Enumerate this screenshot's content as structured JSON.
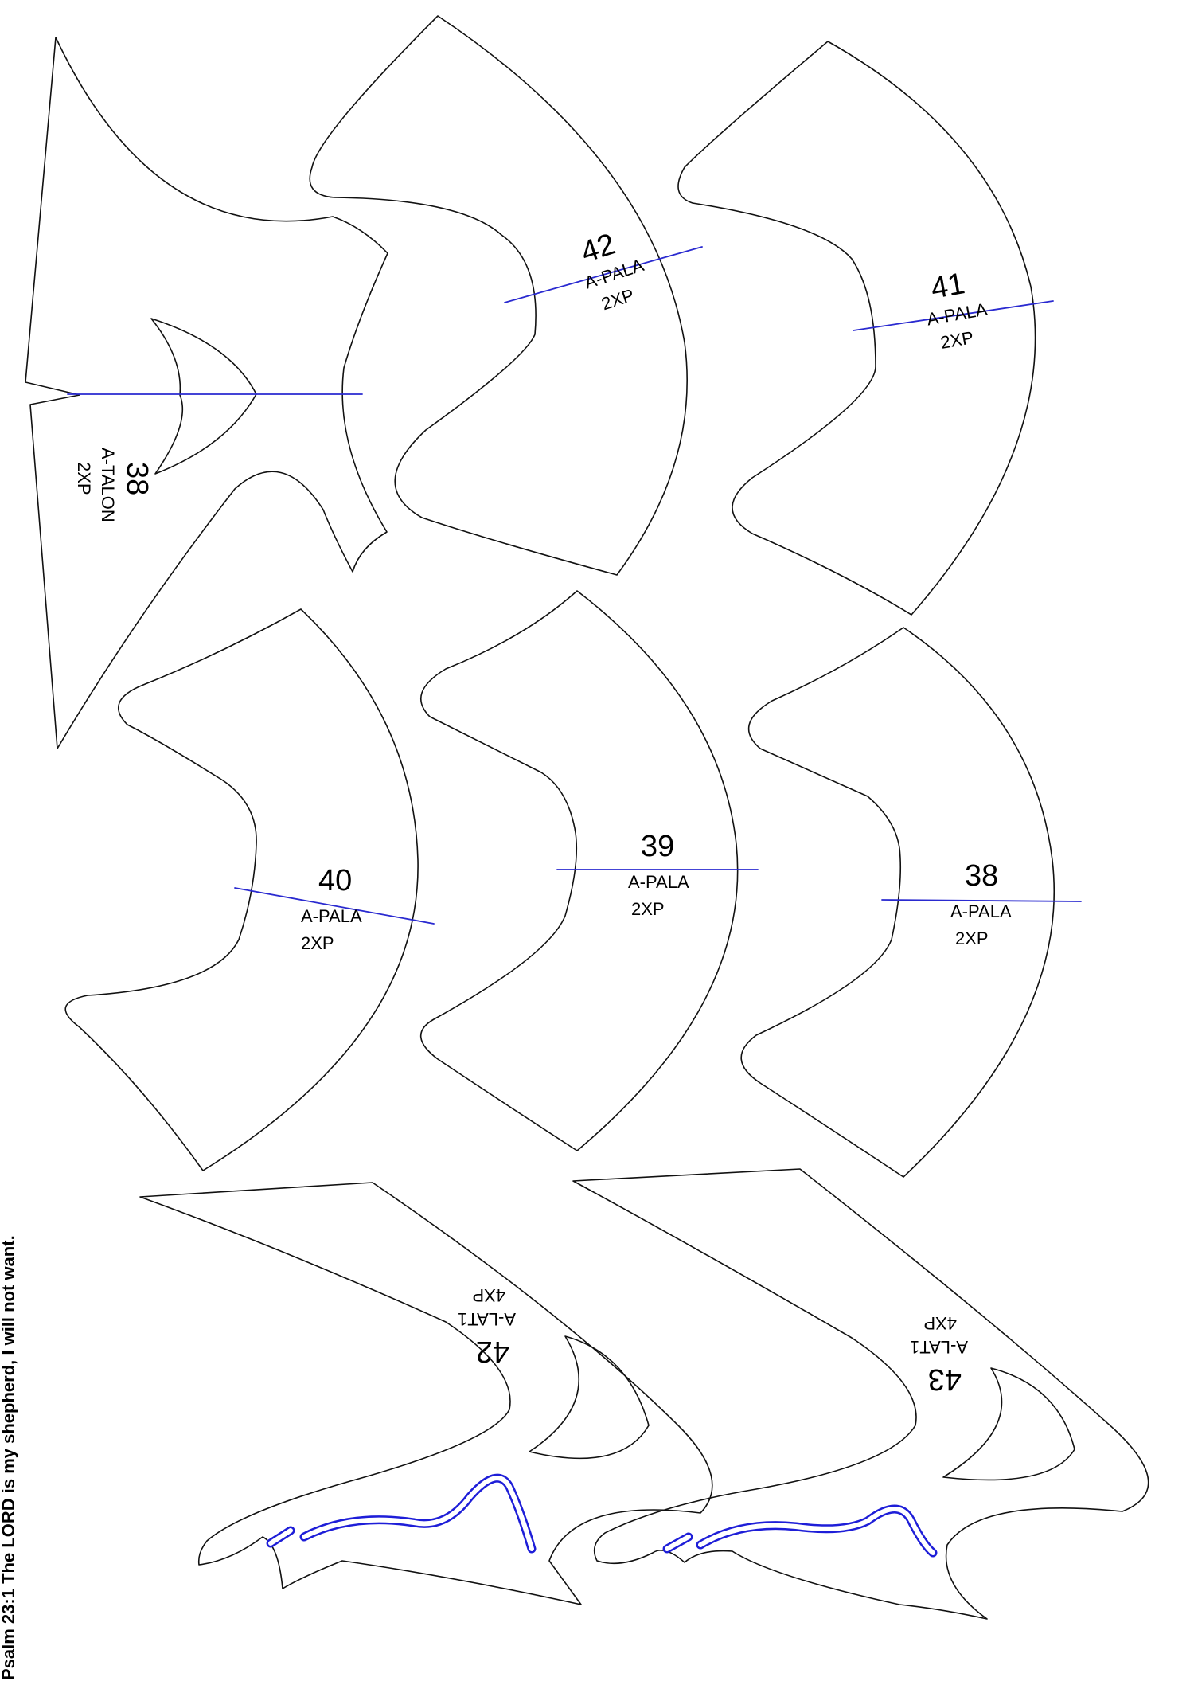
{
  "footer": {
    "verse": "Psalm 23:1 The LORD is my shepherd, I will not want."
  },
  "colors": {
    "outline": "#111111",
    "grainline": "#2a2ad0",
    "slot": "#1e1ed8",
    "background": "#ffffff"
  },
  "pieces": [
    {
      "id": "talon-38",
      "number": "38",
      "code": "A-TALON",
      "qty": "2XP"
    },
    {
      "id": "pala-42",
      "number": "42",
      "code": "A-PALA",
      "qty": "2XP"
    },
    {
      "id": "pala-41",
      "number": "41",
      "code": "A-PALA",
      "qty": "2XP"
    },
    {
      "id": "pala-40",
      "number": "40",
      "code": "A-PALA",
      "qty": "2XP"
    },
    {
      "id": "pala-39",
      "number": "39",
      "code": "A-PALA",
      "qty": "2XP"
    },
    {
      "id": "pala-38",
      "number": "38",
      "code": "A-PALA",
      "qty": "2XP"
    },
    {
      "id": "lat1-42",
      "number": "42",
      "code": "A-LAT1",
      "qty": "4XP"
    },
    {
      "id": "lat1-43",
      "number": "43",
      "code": "A-LAT1",
      "qty": "4XP"
    }
  ]
}
